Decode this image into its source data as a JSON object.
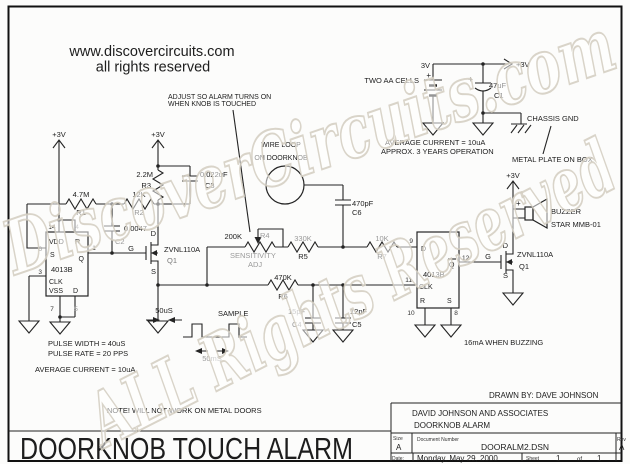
{
  "watermark": {
    "line1": "DiscoverCircuits.com",
    "line2": "ALL Rights Reserved"
  },
  "header": {
    "site": "www.discovercircuits.com",
    "rights": "all rights reserved"
  },
  "annotations": {
    "adjust1": "ADJUST SO ALARM TURNS ON",
    "adjust2": "WHEN KNOB IS TOUCHED",
    "loop1": "WIRE LOOP",
    "loop2": "ON DOORKNOB",
    "avg_current_top": "AVERAGE CURRENT = 10uA",
    "approx": "APPROX. 3 YEARS OPERATION",
    "chassis": "CHASSIS GND",
    "metal_plate": "METAL PLATE ON BOX",
    "pulse_width": "PULSE WIDTH = 40uS",
    "pulse_rate": "PULSE RATE = 20 PPS",
    "avg_current_bottom": "AVERAGE CURRENT = 10uA",
    "buzzing": "16mA WHEN BUZZING",
    "note": "NOTE!  WILL NOT WORK ON METAL DOORS",
    "sample": "SAMPLE",
    "t50us": "50uS",
    "t50ms": "50mS",
    "drawn_by": "DRAWN BY: DAVE JOHNSON"
  },
  "power": {
    "p3v": "+3V",
    "v3": "3V",
    "plus": "+",
    "cells": "TWO AA CELLS"
  },
  "components": {
    "r1": {
      "value": "4.7M",
      "ref": "R1"
    },
    "r2": {
      "value": "12K",
      "ref": "R2"
    },
    "r3": {
      "value": "2.2M",
      "ref": "R3"
    },
    "r4": {
      "value": "200K",
      "ref": "R4",
      "adj1": "SENSITIVITY",
      "adj2": "ADJ"
    },
    "r5": {
      "value": "330K",
      "ref": "R5"
    },
    "r6": {
      "value": "470K",
      "ref": "R6"
    },
    "r7": {
      "value": "10K",
      "ref": "R7"
    },
    "c1": {
      "value": "47uF",
      "ref": "C1",
      "plus": "+"
    },
    "c2": {
      "value": "0.0047",
      "ref": "C2"
    },
    "c3": {
      "value": "0.022uF",
      "ref": "C3"
    },
    "c4": {
      "value": "15pF",
      "ref": "C4"
    },
    "c5": {
      "value": "12pF",
      "ref": "C5"
    },
    "c6": {
      "value": "470pF",
      "ref": "C6"
    },
    "q1a": {
      "part": "ZVNL110A",
      "ref": "Q1",
      "d": "D",
      "g": "G",
      "s": "S"
    },
    "q1b": {
      "part": "ZVNL110A",
      "ref": "Q1",
      "d": "D",
      "g": "G",
      "s": "S"
    },
    "buzzer": {
      "name": "BUZZER",
      "part": "STAR MMB-01",
      "plus": "+"
    }
  },
  "ic1": {
    "name": "4013B",
    "vdd": "VDD",
    "r": "R",
    "s": "S",
    "q": "Q",
    "clk": "CLK",
    "vss": "VSS",
    "d": "D",
    "p14": "14",
    "p4": "4",
    "p6": "6",
    "p1": "1",
    "p3": "3",
    "p7": "7",
    "p5": "5"
  },
  "ic2": {
    "name": "4013B",
    "d": "D",
    "q": "Q",
    "clk": "CLK",
    "r": "R",
    "s": "S",
    "p9": "9",
    "p12": "12",
    "p11": "11",
    "p10": "10",
    "p8": "8"
  },
  "title": "DOORKNOB TOUCH ALARM",
  "titleblock": {
    "company": "DAVID JOHNSON AND ASSOCIATES",
    "project": "DOORKNOB ALARM",
    "size_label": "Size",
    "size": "A",
    "doc_label": "Document Number",
    "doc": "DOORALM2.DSN",
    "rev_label": "Rev",
    "rev": "A",
    "date_label": "Date:",
    "date": "Monday, May 29, 2000",
    "sheet_label": "Sheet",
    "sheet": "1",
    "of": "of",
    "total": "1"
  }
}
